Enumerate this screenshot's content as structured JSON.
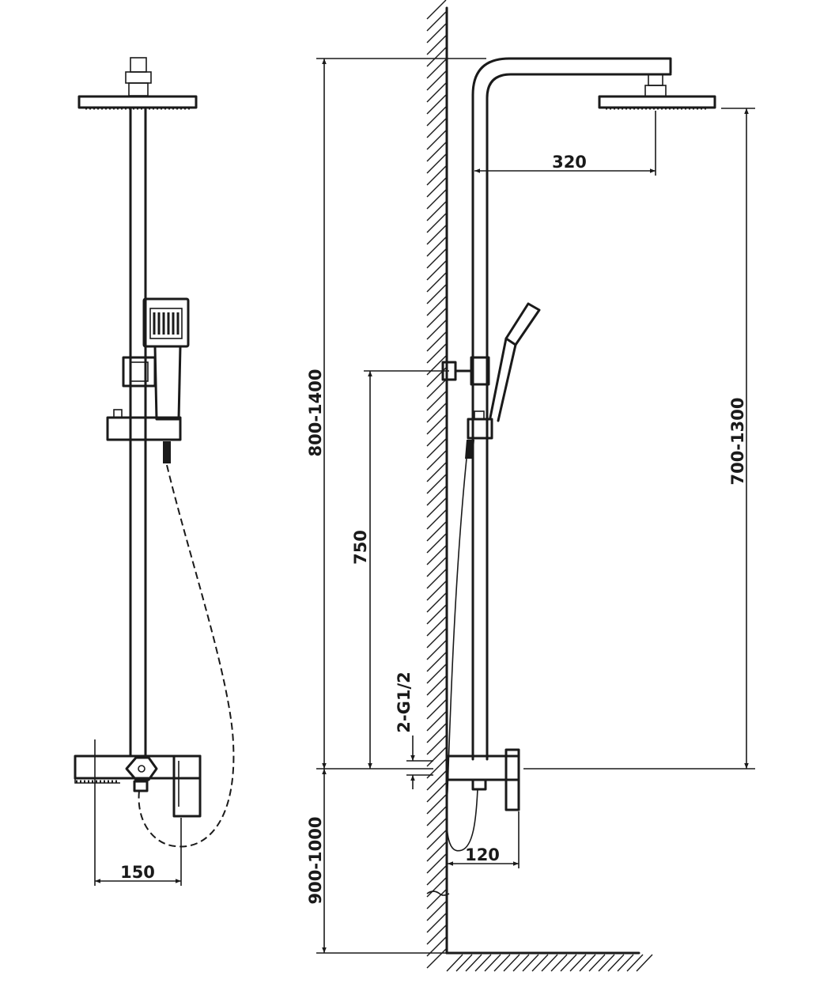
{
  "colors": {
    "line": "#1a1a1a",
    "background": "#ffffff"
  },
  "dimensions": {
    "rain_arm_reach": "320",
    "total_height_range": "800-1400",
    "headshower_height_range": "700-1300",
    "slide_bar_length": "750",
    "inlet_thread": "2-G1/2",
    "mixer_height_range": "900-1000",
    "mixer_projection": "120",
    "inlet_spacing": "150"
  }
}
